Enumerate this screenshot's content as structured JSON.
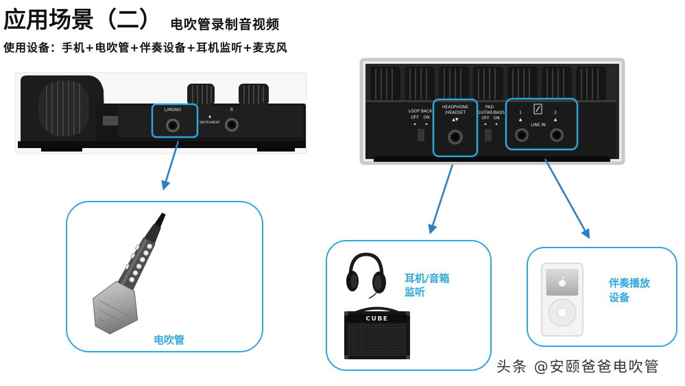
{
  "colors": {
    "accent": "#2ea6de",
    "arrow": "#2c80c4",
    "ink": "#111111",
    "watermark": "#333333"
  },
  "header": {
    "title": "应用场景（二）",
    "subtitle": "电吹管录制音视频",
    "equipment": "使用设备：手机+电吹管+伴奏设备+耳机监听+麦克风"
  },
  "left_device": {
    "jack_left_label": "L/MONO",
    "instrument_arrow": "▲",
    "instrument_label": "INSTRUMENT",
    "jack_right_label": "R"
  },
  "right_device": {
    "loop_back_label": "LOOP BACK",
    "loop_back_off": "OFF",
    "loop_back_on": "ON",
    "headphone_label_1": "HEADPHONE",
    "headphone_label_2": "/HEADSET",
    "headphone_arrows": "▲▼",
    "pad_label": "PAD",
    "pad_mode_label": "GUITAR/BASS",
    "pad_off": "OFF",
    "pad_on": "ON",
    "input_1": "1",
    "input_1_arrow": "▲",
    "input_2": "2",
    "input_2_arrow": "▲",
    "line_in_label": "LINE IN"
  },
  "boxes": {
    "wind_instrument": {
      "label": "电吹管",
      "icon": "wind-instrument-icon"
    },
    "monitoring": {
      "label_line1": "耳机/音箱",
      "label_line2": "监听",
      "icons": [
        "headphones-icon",
        "amp-icon"
      ],
      "amp_logo": "CUBE"
    },
    "backing": {
      "label_line1": "伴奏播放",
      "label_line2": "设备",
      "icon": "ipod-icon"
    }
  },
  "watermark": "头条 @安颐爸爸电吹管"
}
